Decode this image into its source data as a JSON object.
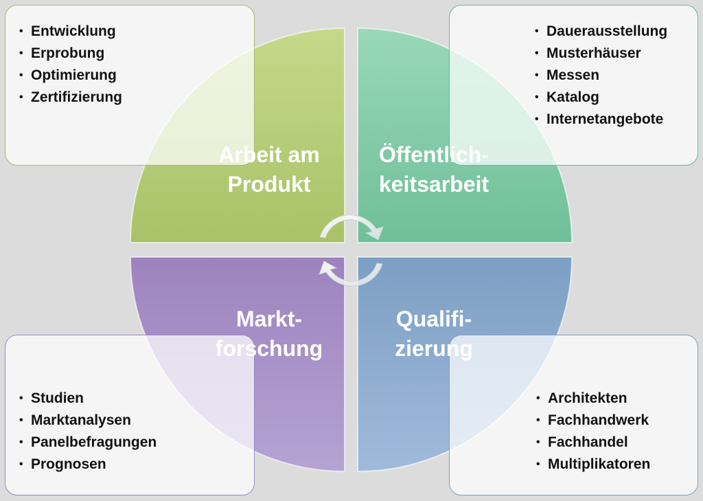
{
  "quadrants": {
    "top_left": {
      "title_line1": "Arbeit am",
      "title_line2": "Produkt",
      "color": "#b4cc74",
      "items": [
        "Entwicklung",
        "Erprobung",
        "Optimierung",
        "Zertifizierung"
      ]
    },
    "top_right": {
      "title_line1": "Öffentlich-",
      "title_line2": "keitsarbeit",
      "color": "#7fcaa8",
      "items": [
        "Dauerausstellung",
        "Musterhäuser",
        "Messen",
        "Katalog",
        "Internetangebote"
      ]
    },
    "bottom_left": {
      "title_line1": "Markt-",
      "title_line2": "forschung",
      "color": "#9c86c0",
      "items": [
        "Studien",
        "Marktanalysen",
        "Panelbefragungen",
        "Prognosen"
      ]
    },
    "bottom_right": {
      "title_line1": "Qualifi-",
      "title_line2": "zierung",
      "color": "#84a6c8",
      "items": [
        "Architekten",
        "Fachhandwerk",
        "Fachhandel",
        "Multiplikatoren"
      ]
    }
  },
  "bullet_char": "•",
  "center_icon": "cycle-arrows-icon"
}
